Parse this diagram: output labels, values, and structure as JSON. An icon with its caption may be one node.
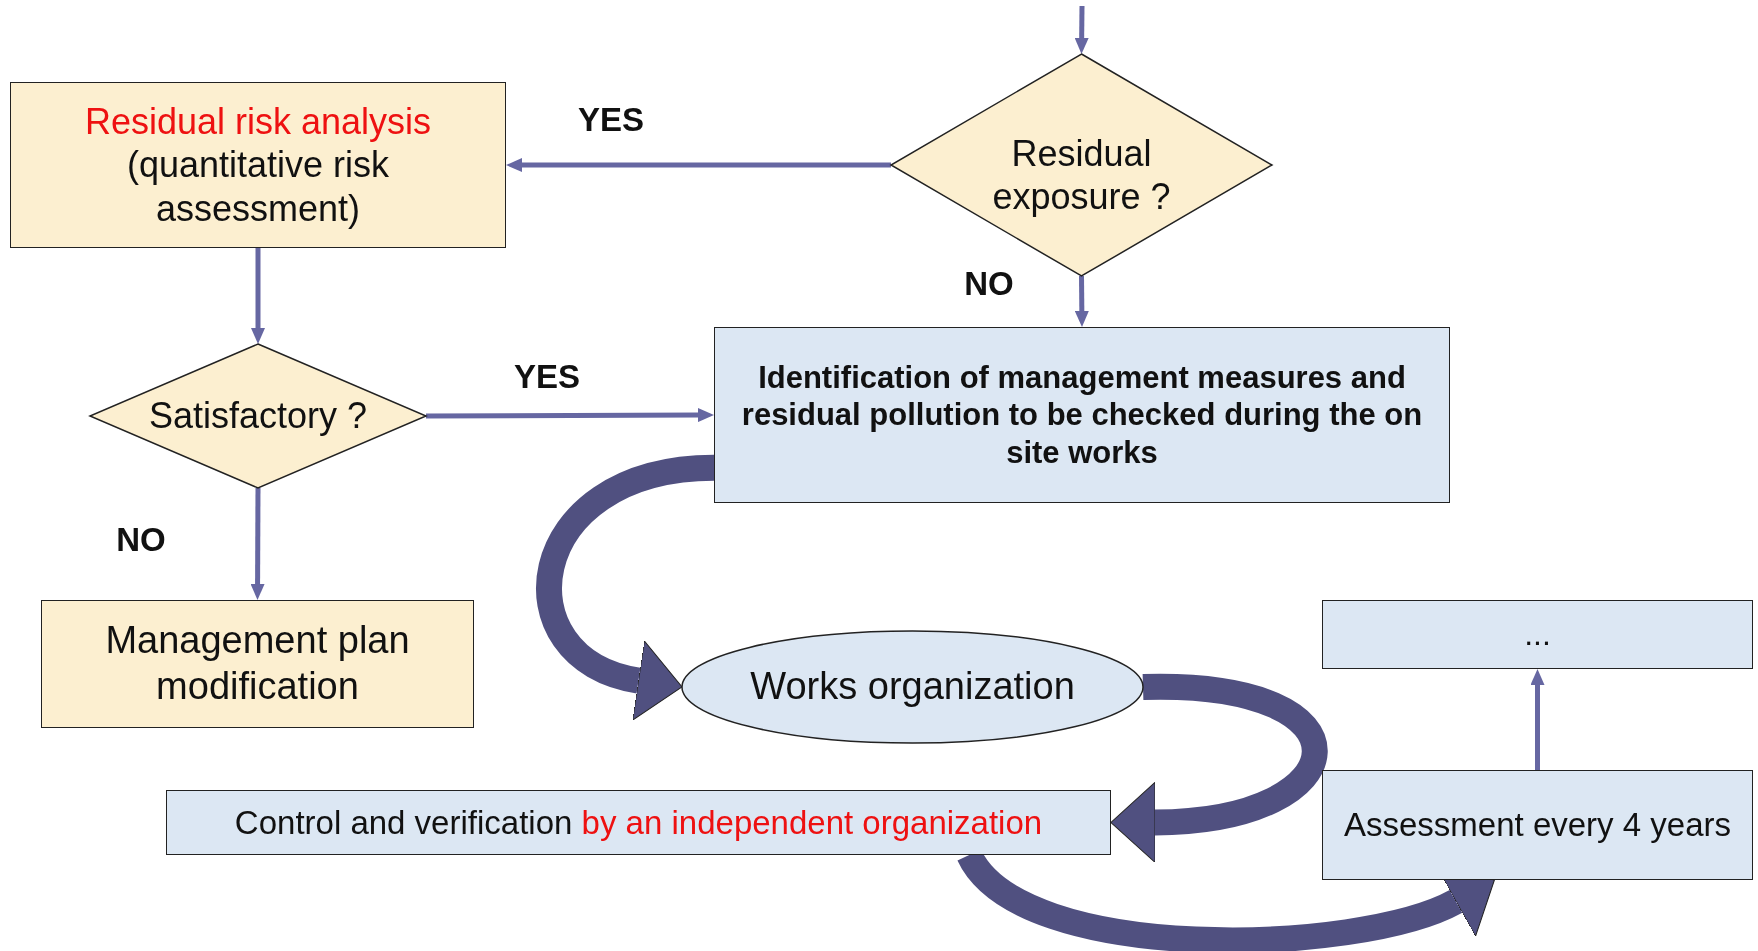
{
  "diagram": {
    "nodes": [
      {
        "text": [
          "Residual exposure ?"
        ]
      },
      {
        "text": [
          "Residual risk analysis",
          "(quantitative risk assessment)"
        ]
      },
      {
        "text": [
          "Satisfactory ?"
        ]
      },
      {
        "text": [
          "Identification of management measures and residual pollution to be checked during the on site works"
        ]
      },
      {
        "text": [
          "Management plan modification"
        ]
      },
      {
        "text": [
          "Works organization"
        ]
      },
      {
        "text": [
          "..."
        ]
      },
      {
        "text": [
          "Control and verification",
          "by an independent organization"
        ]
      },
      {
        "text": [
          "Assessment every 4 years"
        ]
      }
    ],
    "edges": [
      {
        "from": null,
        "to": 0,
        "arrow": "to"
      },
      {
        "from": 0,
        "to": 1,
        "arrow": "to",
        "label": "YES"
      },
      {
        "from": 0,
        "to": 3,
        "arrow": "to",
        "label": "NO"
      },
      {
        "from": 1,
        "to": 2,
        "arrow": "to"
      },
      {
        "from": 2,
        "to": 3,
        "arrow": "to",
        "label": "YES"
      },
      {
        "from": 2,
        "to": 4,
        "arrow": "to",
        "label": "NO"
      },
      {
        "from": 3,
        "to": 5,
        "arrow": "to",
        "style": "thick",
        "color": "#505080"
      },
      {
        "from": 5,
        "to": 7,
        "arrow": "to",
        "style": "thick",
        "color": "#505080"
      },
      {
        "from": 7,
        "to": 8,
        "arrow": "to",
        "style": "thick",
        "color": "#505080"
      },
      {
        "from": 8,
        "to": 6,
        "arrow": "to"
      }
    ]
  }
}
